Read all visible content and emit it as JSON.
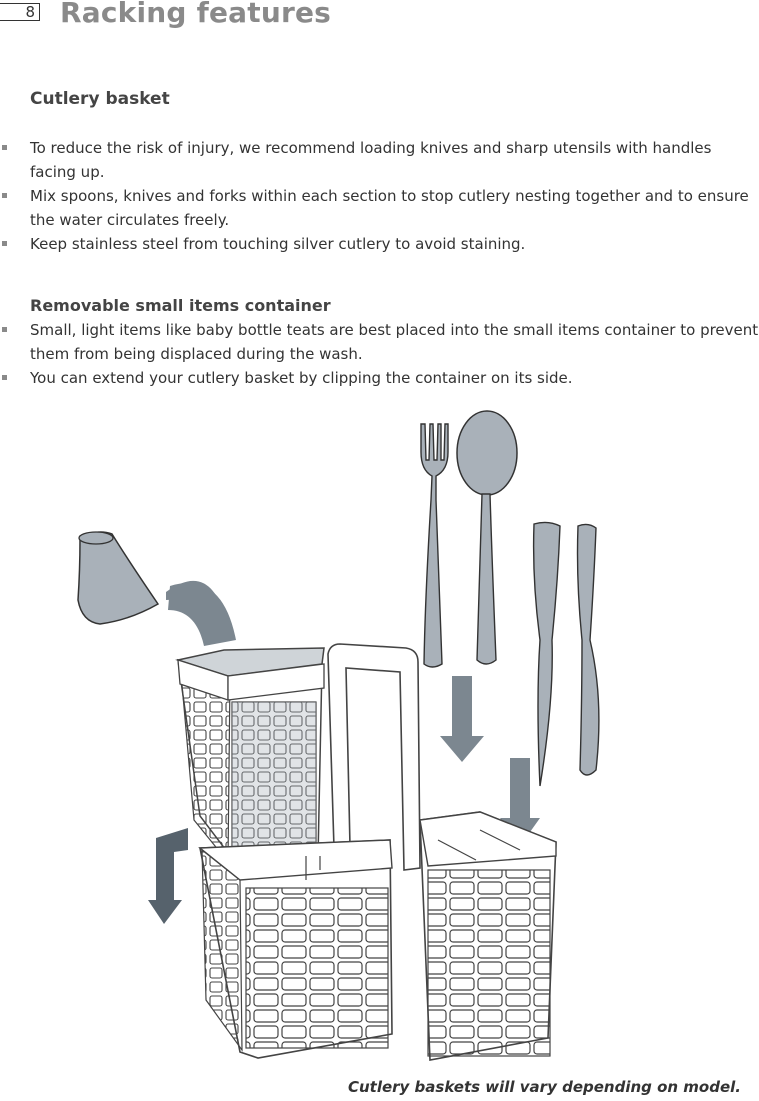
{
  "page_number": "8",
  "title": "Racking features",
  "sections": [
    {
      "heading": "Cutlery basket",
      "items": [
        "To reduce the risk of injury, we recommend loading knives and sharp utensils with handles facing up.",
        "Mix spoons, knives and forks within each section to stop cutlery nesting together and to ensure the water circulates freely.",
        "Keep stainless steel from touching silver cutlery to avoid staining."
      ]
    },
    {
      "heading": "Removable small items container",
      "items": [
        "Small, light items like baby bottle teats are best placed into the small items container to prevent them from being displaced during the wash.",
        "You can extend your cutlery basket by clipping the container on its side."
      ]
    }
  ],
  "caption": "Cutlery baskets will vary depending on model.",
  "colors": {
    "title": "#8a8a8a",
    "utensil_fill": "#a9b1b9",
    "arrow_light": "#7c8790",
    "arrow_dark": "#56626c",
    "basket_line": "#444444"
  }
}
